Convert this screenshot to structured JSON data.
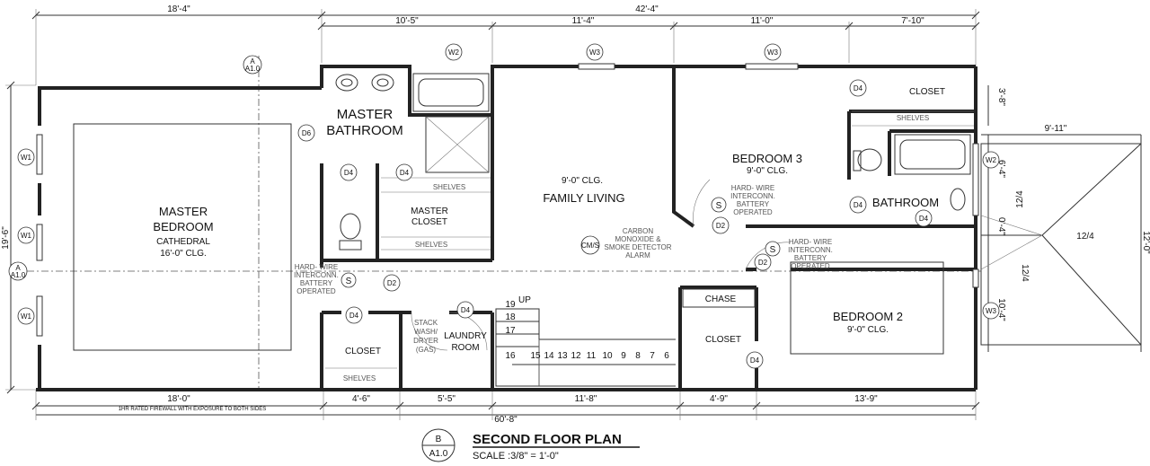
{
  "dimensions_top": [
    "18'-4\"",
    "42'-4\"",
    "10'-5\"",
    "11'-4\"",
    "11'-0\"",
    "7'-10\""
  ],
  "dimensions_bottom": [
    "18'-0\"",
    "4'-6\"",
    "5'-5\"",
    "11'-8\"",
    "4'-9\"",
    "13'-9\"",
    "60'-8\""
  ],
  "dimensions_side": [
    "19'-6\"",
    "3'-8\"",
    "9'-11\"",
    "6'-4\"",
    "0'-4\"",
    "10'-4\"",
    "12'-0\""
  ],
  "rooms": {
    "master_bedroom": [
      "MASTER",
      "BEDROOM",
      "CATHEDRAL",
      "16'-0\" CLG."
    ],
    "master_bathroom": [
      "MASTER",
      "BATHROOM"
    ],
    "master_closet": [
      "MASTER",
      "CLOSET"
    ],
    "family_living": [
      "9'-0\" CLG.",
      "FAMILY LIVING"
    ],
    "bedroom3": [
      "BEDROOM 3",
      "9'-0\" CLG."
    ],
    "bathroom": "BATHROOM",
    "bedroom2": [
      "BEDROOM 2",
      "9'-0\" CLG."
    ],
    "closet_top": "CLOSET",
    "closet_bottom": "CLOSET",
    "closet_mid": "CLOSET",
    "laundry": [
      "LAUNDRY",
      "ROOM"
    ],
    "chase": "CHASE"
  },
  "shelves_label": "SHELVES",
  "stack_washer": [
    "STACK",
    "WASH/",
    "DRYER",
    "(GAS)"
  ],
  "notes": {
    "alarm_1": [
      "HARD- WIRE",
      "INTERCONN.",
      "BATTERY",
      "OPERATED"
    ],
    "alarm_2": [
      "HARD- WIRE",
      "INTERCONN.",
      "BATTERY",
      "OPERATED"
    ],
    "alarm_3": [
      "HARD- WIRE",
      "INTERCONN.",
      "BATTERY",
      "OPERATED"
    ],
    "co_detector": [
      "CARBON",
      "MONOXIDE &",
      "SMOKE DETECTOR",
      "ALARM"
    ],
    "firewall": "1HR RATED FIREWALL WITH EXPOSURE TO BOTH SIDES",
    "up": "UP"
  },
  "tags": {
    "window_w1": "W1",
    "window_w2": "W2",
    "window_w3": "W3",
    "door_d2": "D2",
    "door_d4": "D4",
    "door_d6": "D6",
    "smoke": "S",
    "co": "CM/S",
    "section_letter": "A",
    "section_sheet": "A1.0"
  },
  "stairs": [
    "19",
    "18",
    "17",
    "16",
    "15",
    "14",
    "13",
    "12",
    "11",
    "10",
    "9",
    "8",
    "7",
    "6"
  ],
  "roof": {
    "slope": "12/4"
  },
  "title_block": {
    "letter": "B",
    "sheet": "A1.0",
    "title": "SECOND FLOOR PLAN",
    "scale": "SCALE :3/8\" = 1'-0\""
  }
}
